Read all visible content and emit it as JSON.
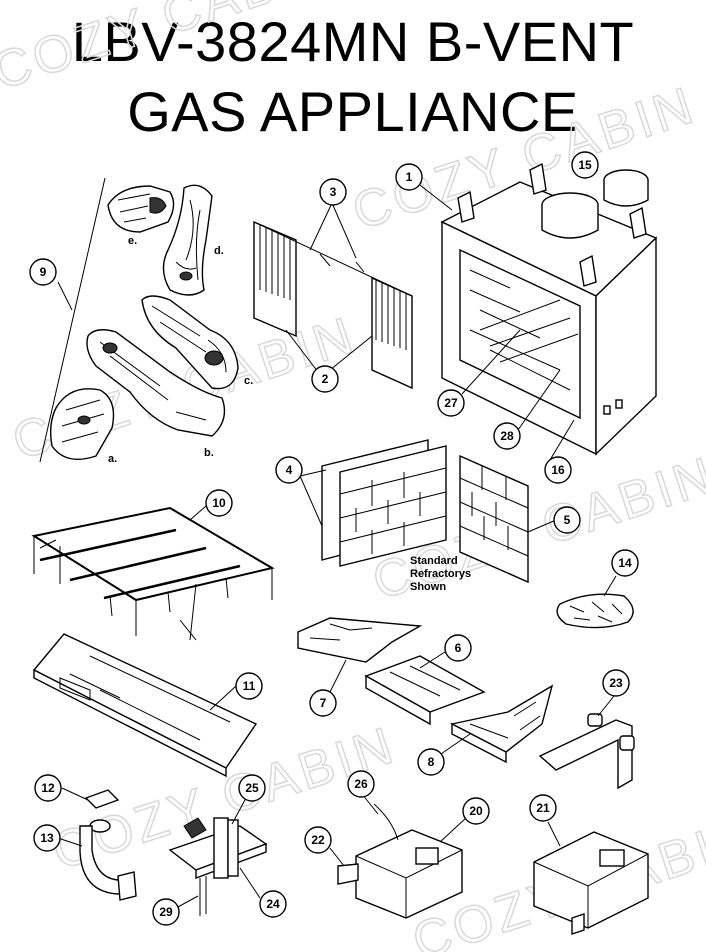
{
  "title": {
    "line1": "LBV-3824MN B-VENT",
    "line2": "GAS APPLIANCE"
  },
  "watermark": "COZY CABIN",
  "refractory_note": {
    "line1": "Standard",
    "line2": "Refractorys",
    "line3": "Shown"
  },
  "log_letters": [
    "a.",
    "b.",
    "c.",
    "d.",
    "e."
  ],
  "callouts": [
    "1",
    "2",
    "3",
    "4",
    "5",
    "6",
    "7",
    "8",
    "9",
    "10",
    "11",
    "12",
    "13",
    "14",
    "15",
    "16",
    "20",
    "21",
    "22",
    "23",
    "24",
    "25",
    "26",
    "27",
    "28",
    "29"
  ]
}
